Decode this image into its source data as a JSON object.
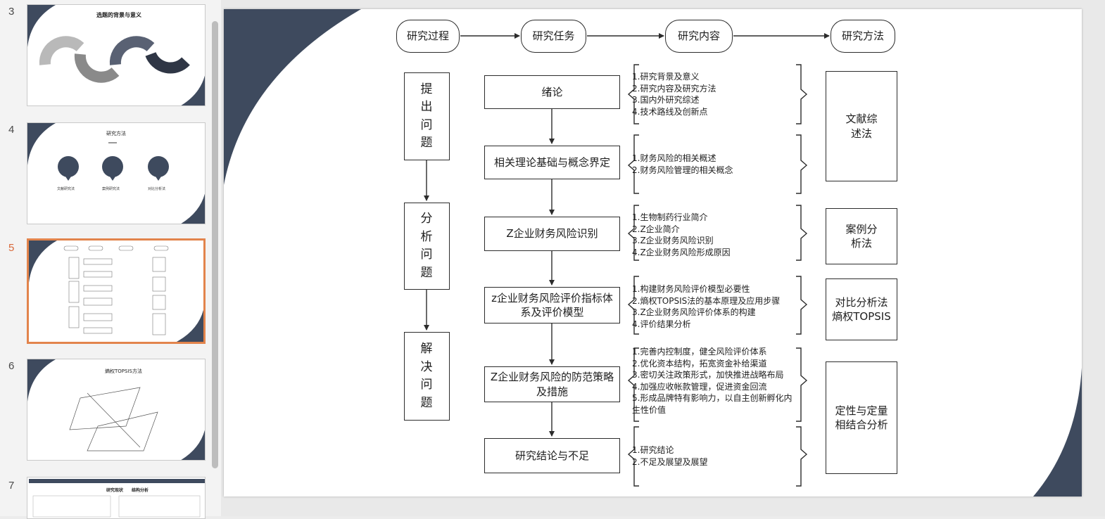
{
  "thumbnails": [
    {
      "number": "3",
      "title": "选题的背景与意义"
    },
    {
      "number": "4",
      "title": "研究方法",
      "items": [
        "文献研究法",
        "案例研究法",
        "对比分析法"
      ]
    },
    {
      "number": "5"
    },
    {
      "number": "6",
      "title": "熵权TOPSIS方法"
    },
    {
      "number": "7",
      "title": "研究现状",
      "subtitle": "结构分析"
    }
  ],
  "slide": {
    "headers": [
      "研究过程",
      "研究任务",
      "研究内容",
      "研究方法"
    ],
    "process": [
      "提出问题",
      "分析问题",
      "解决问题"
    ],
    "tasks": [
      "绪论",
      "相关理论基础与概念界定",
      "Z企业财务风险识别",
      "z企业财务风险评价指标体系及评价模型",
      "Z企业财务风险的防范策略及措施",
      "研究结论与不足"
    ],
    "contents": [
      "1.研究背景及意义\n2.研究内容及研究方法\n3.国内外研究综述\n4.技术路线及创新点",
      "1.财务风险的相关概述\n2.财务风险管理的相关概念",
      "1.生物制药行业简介\n2.Z企业简介\n3.Z企业财务风险识别\n4.Z企业财务风险形成原因",
      "1.构建财务风险评价模型必要性\n2.熵权TOPSIS法的基本原理及应用步骤\n3.Z企业财务风险评价体系的构建\n4.评价结果分析",
      "1.完善内控制度，健全风险评价体系\n2.优化资本结构，拓宽资金补给渠道\n3.密切关注政策形式，加快推进战略布局\n4.加强应收帐款管理，促进资金回流\n5.形成品牌特有影响力，以自主创新孵化内生性价值",
      "1.研究结论\n2.不足及展望及展望"
    ],
    "methods": [
      "文献综述法",
      "案例分析法",
      "对比分析法熵权TOPSIS",
      "定性与定量相结合分析"
    ]
  },
  "colors": {
    "accent": "#3e4a5e",
    "selected_border": "#e2844c"
  }
}
